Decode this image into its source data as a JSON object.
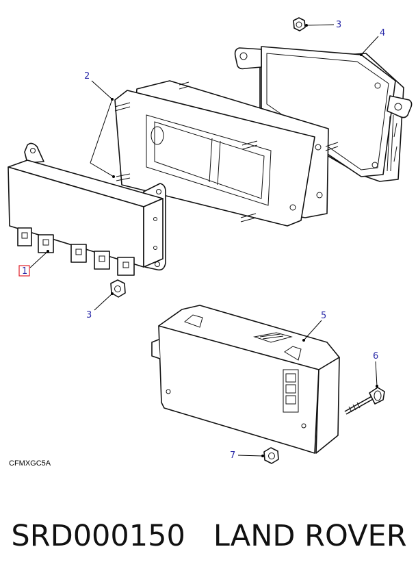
{
  "callouts": {
    "c1": "1",
    "c2": "2",
    "c3_top": "3",
    "c3_left": "3",
    "c4": "4",
    "c5": "5",
    "c6": "6",
    "c7": "7"
  },
  "diagram_code": "CFMXGC5A",
  "caption": "SRD000150   LAND ROVER",
  "colors": {
    "callout_text": "#2a2aa8",
    "highlight_box": "#e0202a"
  }
}
